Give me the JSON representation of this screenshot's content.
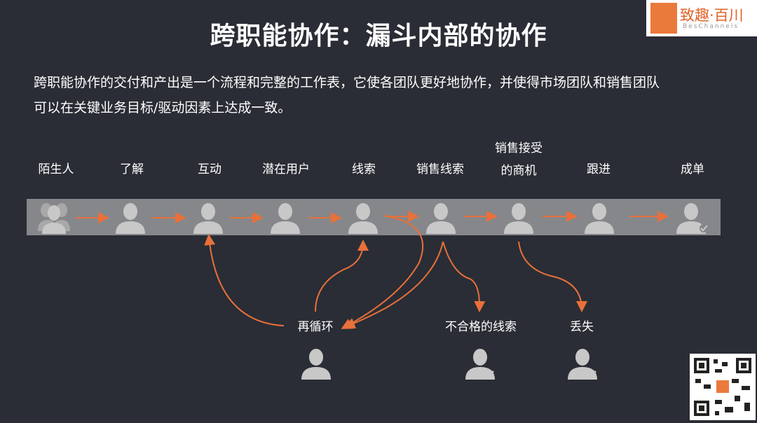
{
  "title": "跨职能协作：漏斗内部的协作",
  "description": "跨职能协作的交付和产出是一个流程和完整的工作表，它使各团队更好地协作，并使得市场团队和销售团队可以在关键业务目标/驱动因素上达成一致。",
  "stages": [
    "陌生人",
    "了解",
    "互动",
    "潜在用户",
    "线索",
    "销售线索",
    "销售接受",
    "的商机",
    "跟进",
    "成单"
  ],
  "outcomes": [
    "再循环",
    "不合格的线索",
    "丢失"
  ],
  "logo": {
    "name": "致趣·百川",
    "sub": "BesChannels"
  },
  "colors": {
    "background": "#2a2d35",
    "band": "#86878b",
    "arrow": "#e8703a",
    "person": "#c8c8c8"
  },
  "icons": [
    "group-person-icon",
    "person-icon",
    "person-check-icon",
    "person-x-icon",
    "qr-code"
  ]
}
